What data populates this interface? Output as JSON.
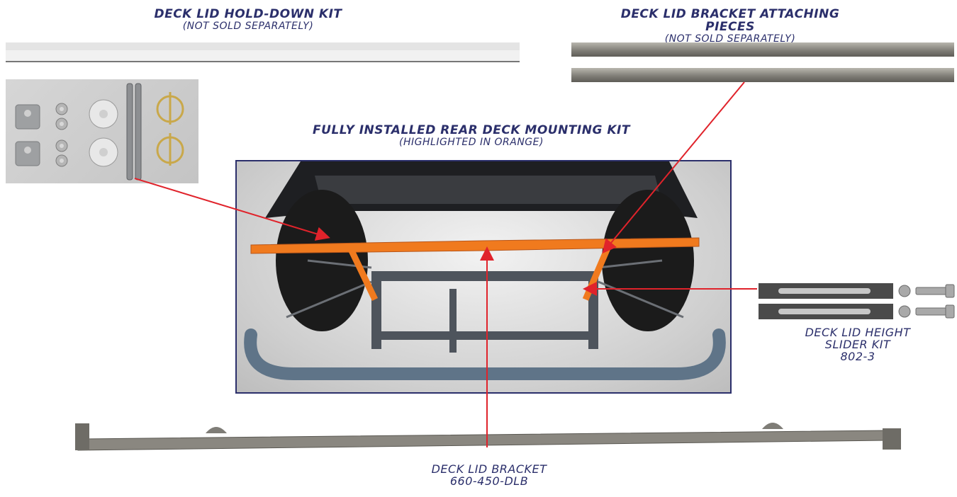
{
  "labels": {
    "hold_down_title": "DECK LID HOLD-DOWN KIT",
    "hold_down_sub": "(NOT SOLD SEPARATELY)",
    "attach_title": "DECK LID BRACKET ATTACHING PIECES",
    "attach_sub": "(NOT SOLD SEPARATELY)",
    "installed_title": "FULLY INSTALLED REAR DECK MOUNTING KIT",
    "installed_sub": "(HIGHLIGHTED IN ORANGE)",
    "slider_line1": "DECK LID HEIGHT",
    "slider_line2": "SLIDER KIT",
    "slider_part": "802-3",
    "bracket_name": "DECK LID BRACKET",
    "bracket_part": "660-450-DLB"
  },
  "colors": {
    "label_text": "#2b2f6b",
    "frame_border": "#2b2f6b",
    "highlight": "#f07a1e",
    "callout_arrow": "#e0232b",
    "steel": "#8a8780"
  }
}
